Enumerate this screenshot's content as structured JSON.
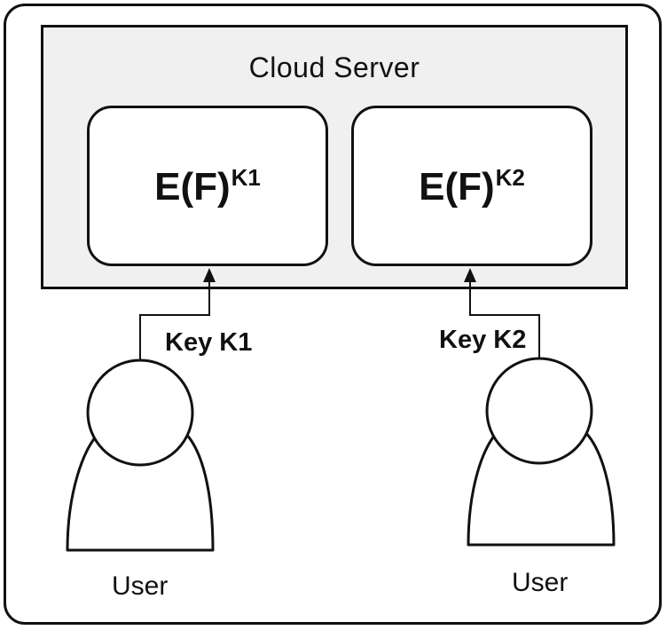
{
  "diagram": {
    "server": {
      "title": "Cloud Server"
    },
    "files": [
      {
        "base": "E(F)",
        "superscript": "K1"
      },
      {
        "base": "E(F)",
        "superscript": "K2"
      }
    ],
    "keys": [
      {
        "label": "Key K1"
      },
      {
        "label": "Key K2"
      }
    ],
    "users": [
      {
        "label": "User"
      },
      {
        "label": "User"
      }
    ],
    "colors": {
      "stroke": "#111111",
      "server_fill": "#f0f0f0",
      "background": "#ffffff"
    }
  }
}
